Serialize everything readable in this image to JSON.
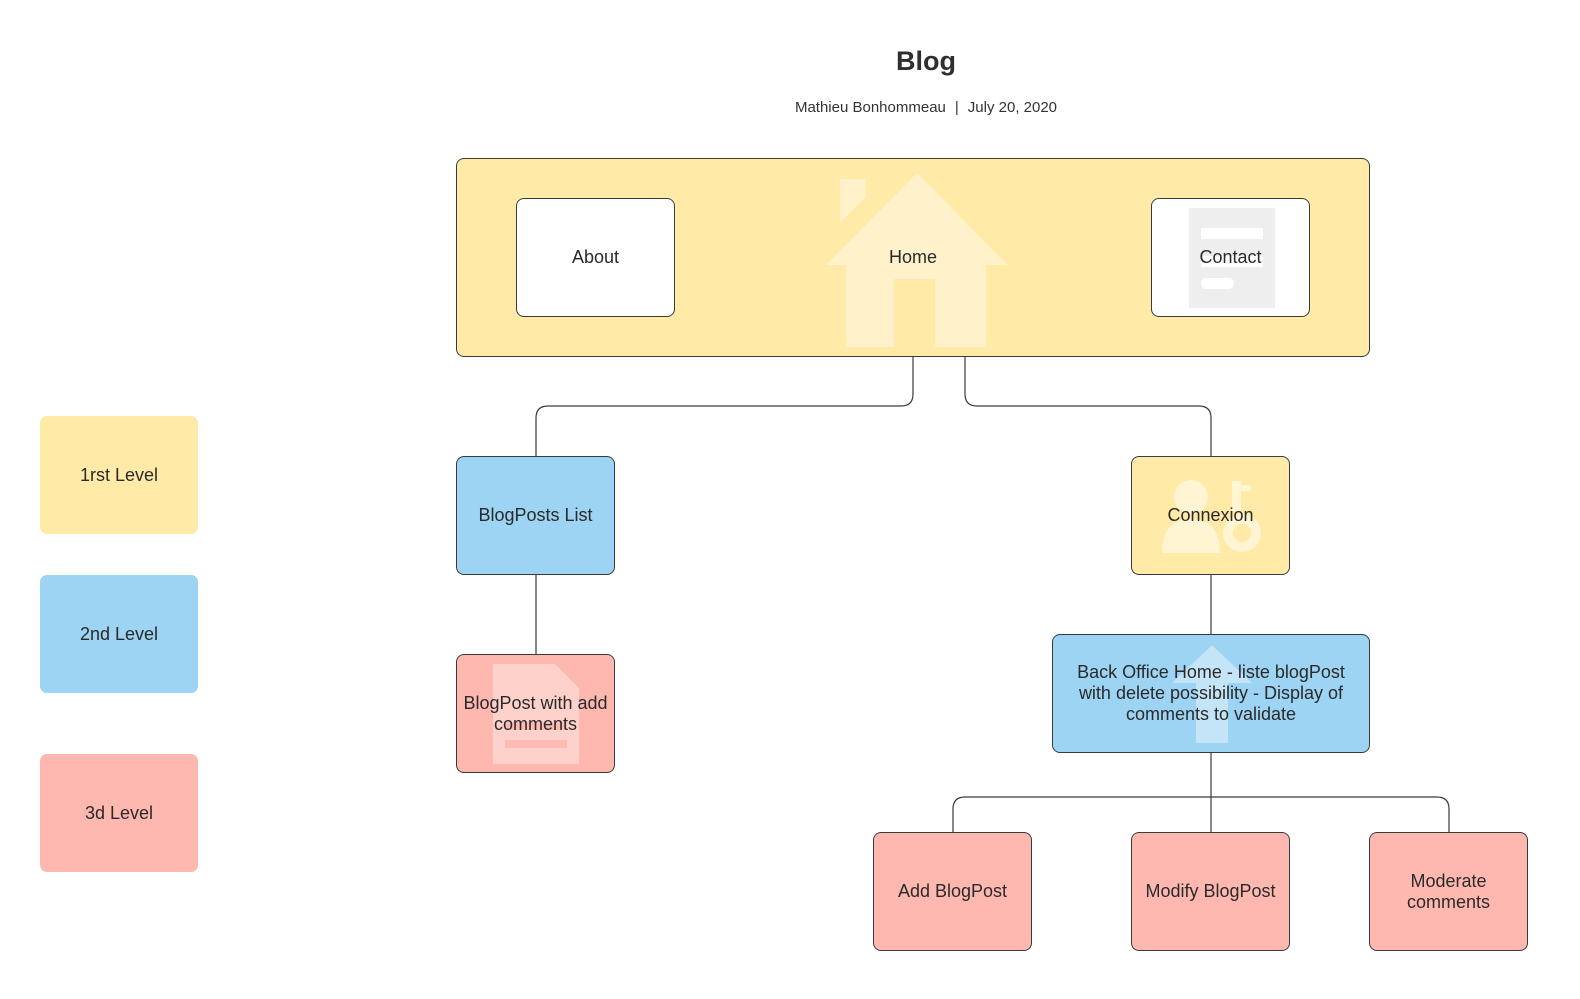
{
  "diagram": {
    "title": "Blog",
    "author": "Mathieu Bonhommeau",
    "date": "July 20, 2020",
    "colors": {
      "level1": "#ffeaa7",
      "level2": "#9dd3f3",
      "level3": "#ffb8b0",
      "node_white": "#ffffff",
      "line": "#3a3a3a"
    },
    "legend": [
      {
        "label": "1rst Level",
        "level": 1
      },
      {
        "label": "2nd Level",
        "level": 2
      },
      {
        "label": "3d Level",
        "level": 3
      }
    ],
    "nodes": {
      "home": {
        "label": "Home",
        "icon": "house-icon"
      },
      "about": {
        "label": "About"
      },
      "contact": {
        "label": "Contact",
        "icon": "form-icon"
      },
      "blogposts_list": {
        "label": "BlogPosts List"
      },
      "connexion": {
        "label": "Connexion",
        "icon": "user-key-icon"
      },
      "blogpost_comments": {
        "label": "BlogPost with add comments",
        "icon": "document-icon"
      },
      "backoffice": {
        "label": "Back Office Home - liste blogPost with delete possibility - Display of comments to validate",
        "icon": "upload-icon"
      },
      "add_blogpost": {
        "label": "Add BlogPost"
      },
      "modify_blogpost": {
        "label": "Modify BlogPost"
      },
      "moderate_comments": {
        "label": "Moderate comments"
      }
    },
    "edges": [
      {
        "from": "Home",
        "to": "BlogPosts List"
      },
      {
        "from": "Home",
        "to": "Connexion"
      },
      {
        "from": "BlogPosts List",
        "to": "BlogPost with add comments"
      },
      {
        "from": "Connexion",
        "to": "Back Office Home - liste blogPost with delete possibility - Display of comments to validate"
      },
      {
        "from": "Back Office Home - liste blogPost with delete possibility - Display of comments to validate",
        "to": "Add BlogPost"
      },
      {
        "from": "Back Office Home - liste blogPost with delete possibility - Display of comments to validate",
        "to": "Modify BlogPost"
      },
      {
        "from": "Back Office Home - liste blogPost with delete possibility - Display of comments to validate",
        "to": "Moderate comments"
      }
    ]
  }
}
